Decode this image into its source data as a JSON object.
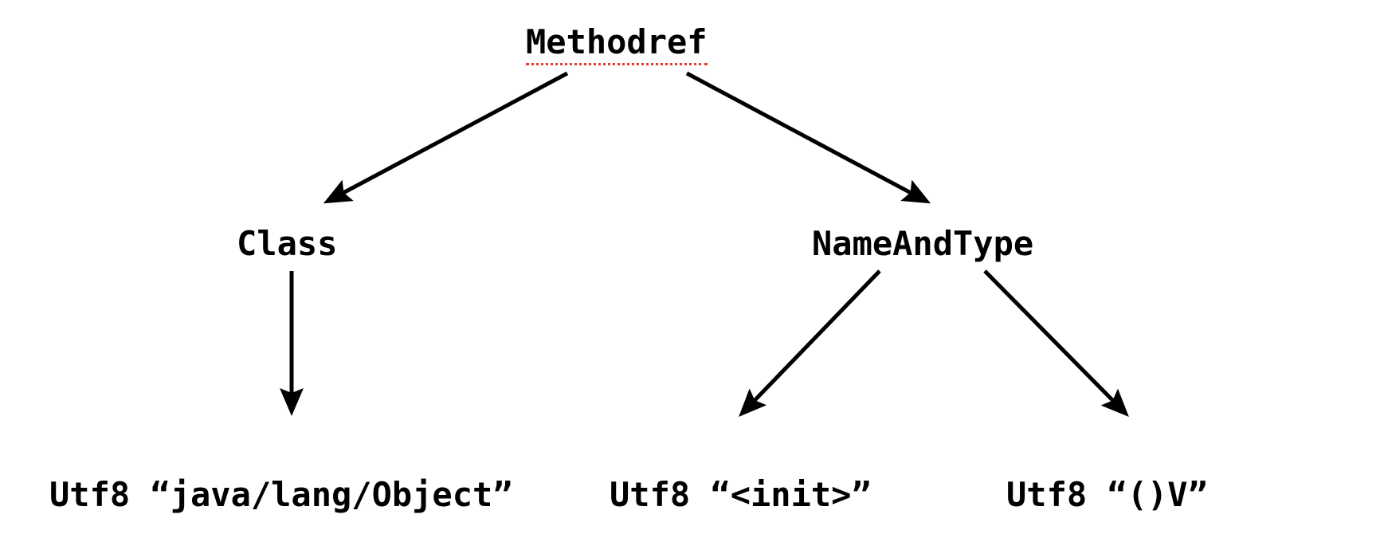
{
  "diagram": {
    "title": "Methodref constant pool reference tree",
    "background_color": "#ffffff",
    "text_color": "#000000",
    "edge_color": "#000000",
    "highlight_underline_color": "#e8392a",
    "nodes": {
      "root": {
        "id": "methodref",
        "label": "Methodref",
        "underline_style": "dotted",
        "underline_color": "#e8392a"
      },
      "class": {
        "id": "class",
        "label": "Class"
      },
      "name_and_type": {
        "id": "name-and-type",
        "label": "NameAndType"
      },
      "leaf_class_name": {
        "id": "utf8-java-lang-object",
        "label": "Utf8 “java/lang/Object”"
      },
      "leaf_method_name": {
        "id": "utf8-init",
        "label": "Utf8 “<init>”"
      },
      "leaf_descriptor": {
        "id": "utf8-descriptor",
        "label": "Utf8 “()V”"
      }
    },
    "edges": [
      {
        "from": "methodref",
        "to": "class",
        "style": "solid-arrow"
      },
      {
        "from": "methodref",
        "to": "name-and-type",
        "style": "solid-arrow"
      },
      {
        "from": "class",
        "to": "utf8-java-lang-object",
        "style": "solid-arrow"
      },
      {
        "from": "name-and-type",
        "to": "utf8-init",
        "style": "solid-arrow"
      },
      {
        "from": "name-and-type",
        "to": "utf8-descriptor",
        "style": "solid-arrow"
      }
    ]
  }
}
